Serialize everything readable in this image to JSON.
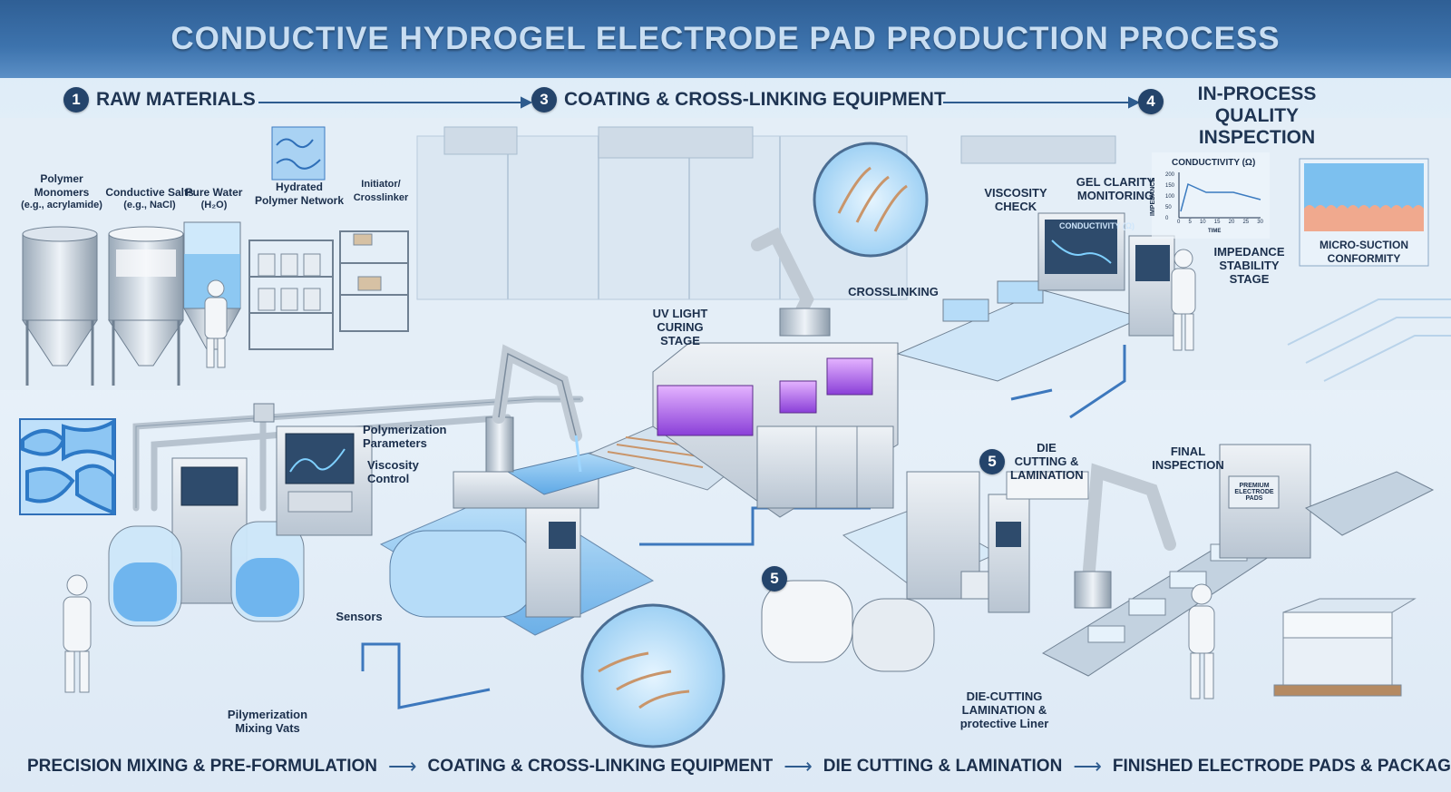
{
  "title": "CONDUCTIVE HYDROGEL ELECTRODE PAD PRODUCTION PROCESS",
  "steps": [
    {
      "num": "1",
      "label": "RAW MATERIALS"
    },
    {
      "num": "3",
      "label": "COATING & CROSS-LINKING EQUIPMENT"
    },
    {
      "num": "4",
      "label": "IN-PROCESS QUALITY INSPECTION"
    }
  ],
  "raw_materials": {
    "polymer": "Polymer Monomers",
    "polymer_sub": "(e.g., acrylamide)",
    "salts": "Conductive Salts",
    "salts_sub": "(e.g., NaCl)",
    "water": "Pure Water",
    "water_sub": "(H₂O)",
    "network": "Hydrated Polymer Network",
    "initiator": "Initiator/ Crosslinker"
  },
  "labels": {
    "viscosity_check": "VISCOSITY CHECK",
    "gel_clarity": "GEL CLARITY MONITORING",
    "crosslinking": "CROSSLINKING",
    "uv_light": "UV LIGHT CURING STAGE",
    "polymerization_params": "Polymerization Parameters",
    "viscosity_control": "Viscosity Control",
    "sensors": "Sensors",
    "mixing_vats": "Pilymerization Mixing Vats",
    "impedance": "IMPEDANCE STABILITY STAGE",
    "micro_suction": "MICRO-SUCTION CONFORMITY",
    "die_cutting": "DIE CUTTING & LAMINATION",
    "die_cutting_num": "5",
    "die_cutting_num2": "5",
    "final_inspection": "FINAL INSPECTION",
    "die_lamination": "DIE-CUTTING LAMINATION & protective Liner",
    "screen_title": "CONDUCTIVITY (Ω)",
    "box_label": "PREMIUM ELECTRODE PADS"
  },
  "conductivity_chart": {
    "title": "CONDUCTIVITY (Ω)",
    "ylabel": "IMPEDANCE",
    "xlabel": "TIME",
    "y_ticks": [
      "200",
      "150",
      "100",
      "50",
      "0"
    ],
    "x_ticks": [
      "0",
      "5",
      "10",
      "15",
      "20",
      "25",
      "30"
    ]
  },
  "bottom_flow": [
    "PRECISION MIXING & PRE-FORMULATION",
    "COATING & CROSS-LINKING EQUIPMENT",
    "DIE CUTTING & LAMINATION",
    "FINISHED ELECTRODE PADS & PACKAGING"
  ],
  "colors": {
    "header": "#3d73ad",
    "accent": "#24446b",
    "gel": "#7fc0ef",
    "uv": "#b45cf0",
    "text": "#1b2f4c"
  }
}
